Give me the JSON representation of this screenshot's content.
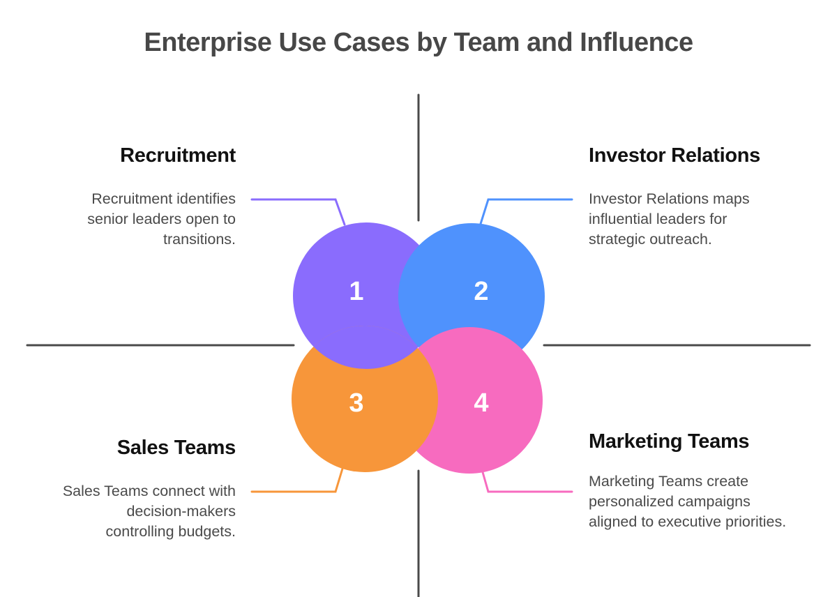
{
  "title": "Enterprise Use Cases by Team and Influence",
  "colors": {
    "purple": "#8a6cfd",
    "blue": "#4f92fd",
    "orange": "#f7963a",
    "pink": "#f76bbf",
    "axis": "#4a4a4a"
  },
  "quadrants": [
    {
      "number": "1",
      "heading": "Recruitment",
      "description": "Recruitment identifies senior leaders open to transitions.",
      "color": "#8a6cfd"
    },
    {
      "number": "2",
      "heading": "Investor Relations",
      "description": "Investor Relations maps influential leaders for strategic outreach.",
      "color": "#4f92fd"
    },
    {
      "number": "3",
      "heading": "Sales Teams",
      "description": "Sales Teams connect with decision-makers controlling budgets.",
      "color": "#f7963a"
    },
    {
      "number": "4",
      "heading": "Marketing Teams",
      "description": "Marketing Teams create personalized campaigns aligned to executive priorities.",
      "color": "#f76bbf"
    }
  ]
}
